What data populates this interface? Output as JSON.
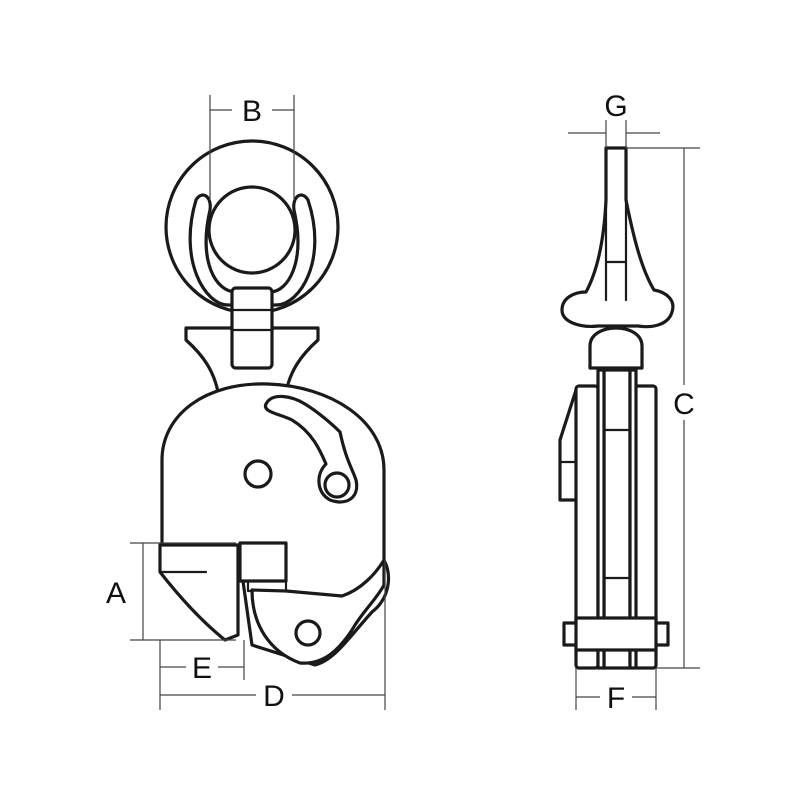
{
  "diagram": {
    "dimension_labels": {
      "a": "A",
      "b": "B",
      "c": "C",
      "d": "D",
      "e": "E",
      "f": "F",
      "g": "G"
    },
    "line_color": "#1a1a1a",
    "dimension_color": "#444444",
    "background": "#ffffff"
  }
}
